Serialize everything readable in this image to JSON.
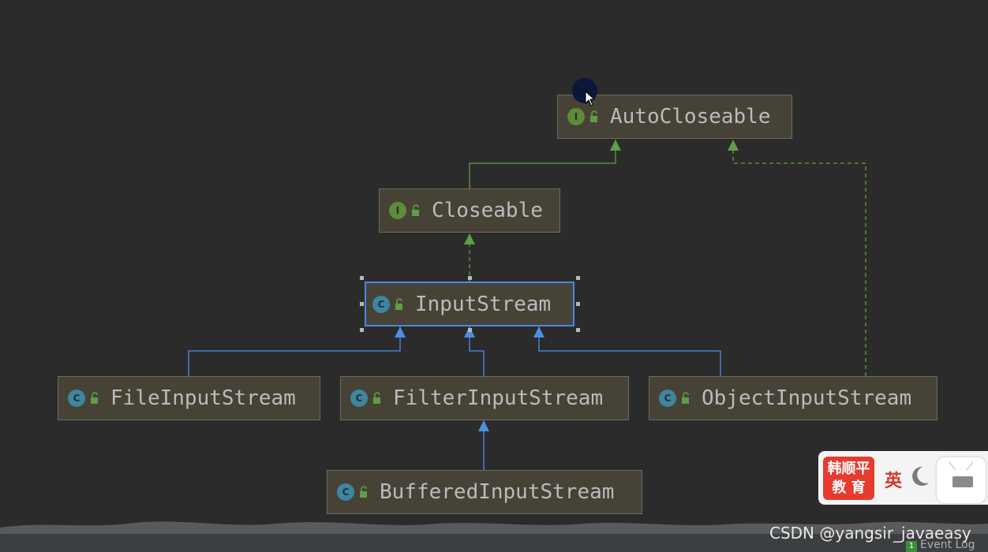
{
  "diagram": {
    "nodes": {
      "autocloseable": {
        "name": "AutoCloseable",
        "kind": "interface",
        "badge": "I"
      },
      "closeable": {
        "name": "Closeable",
        "kind": "interface",
        "badge": "I"
      },
      "inputstream": {
        "name": "InputStream",
        "kind": "class",
        "badge": "C",
        "selected": true
      },
      "fileinputstream": {
        "name": "FileInputStream",
        "kind": "class",
        "badge": "C"
      },
      "filterinputstream": {
        "name": "FilterInputStream",
        "kind": "class",
        "badge": "C"
      },
      "objectinputstream": {
        "name": "ObjectInputStream",
        "kind": "class",
        "badge": "C"
      },
      "bufferedinputstream": {
        "name": "BufferedInputStream",
        "kind": "class",
        "badge": "C"
      }
    },
    "edges": [
      {
        "from": "Closeable",
        "to": "AutoCloseable",
        "relation": "extends"
      },
      {
        "from": "InputStream",
        "to": "Closeable",
        "relation": "implements"
      },
      {
        "from": "ObjectInputStream",
        "to": "AutoCloseable",
        "relation": "implements"
      },
      {
        "from": "FileInputStream",
        "to": "InputStream",
        "relation": "extends"
      },
      {
        "from": "FilterInputStream",
        "to": "InputStream",
        "relation": "extends"
      },
      {
        "from": "ObjectInputStream",
        "to": "InputStream",
        "relation": "extends"
      },
      {
        "from": "BufferedInputStream",
        "to": "FilterInputStream",
        "relation": "extends"
      }
    ]
  },
  "colors": {
    "background": "#2b2b2b",
    "node_fill": "#474236",
    "interface_edge": "#5f9e46",
    "class_edge": "#4a90e2",
    "selected_border": "#4a86e8",
    "interface_badge": "#5f8a3a",
    "class_badge": "#3e86a0"
  },
  "icons": {
    "interface_badge": "interface-icon",
    "class_badge": "class-icon",
    "access": "unlocked-icon"
  },
  "overlay": {
    "watermark": "CSDN @yangsir_javaeasy",
    "event_log_count": "1",
    "event_log_label": "Event Log",
    "ime_logo_line1": "韩顺平",
    "ime_logo_line2": "教  育",
    "ime_language": "英"
  }
}
